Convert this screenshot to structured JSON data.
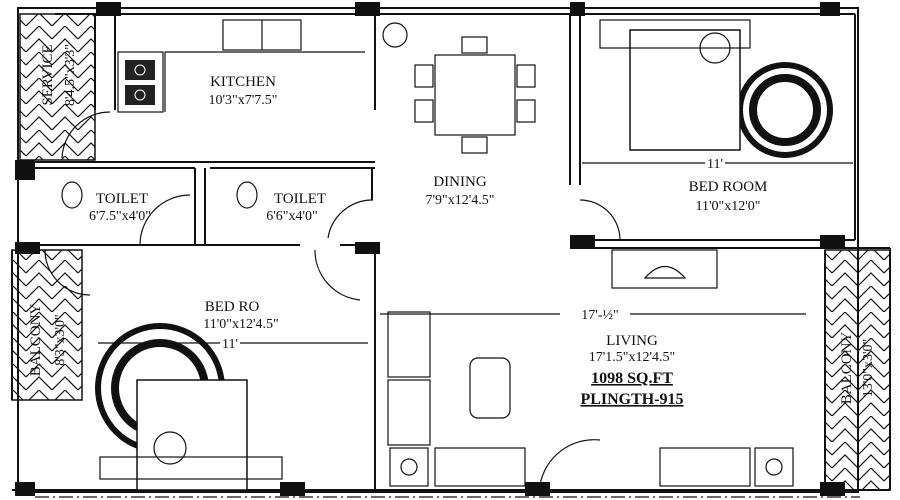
{
  "plan": {
    "rooms": {
      "service": {
        "name": "SERVICE",
        "size": "8'4.5\"x3'3\""
      },
      "kitchen": {
        "name": "KITCHEN",
        "size": "10'3\"x7'7.5\""
      },
      "toilet1": {
        "name": "TOILET",
        "size": "6'7.5\"x4'0\""
      },
      "toilet2": {
        "name": "TOILET",
        "size": "6'6\"x4'0\""
      },
      "dining": {
        "name": "DINING",
        "size": "7'9\"x12'4.5\""
      },
      "bedroom1": {
        "name": "BED ROOM",
        "size": "11'0\"x12'0\"",
        "dimension": "11'"
      },
      "bedroom2": {
        "name": "BED RO",
        "size": "11'0\"x12'4.5\"",
        "dimension": "11'"
      },
      "living": {
        "name": "LIVING",
        "size": "17'1.5\"x12'4.5\"",
        "dimension": "17'-½\""
      },
      "balcony_left": {
        "name": "BALCONY",
        "size": "8'3\"x3'0\""
      },
      "balcony_right": {
        "name": "BALCONY",
        "size": "13'0\"x3'0\""
      }
    },
    "area": "1098 SQ.FT",
    "plinth": "PLINGTH-915",
    "colors": {
      "line": "#111111",
      "background": "#ffffff"
    }
  }
}
